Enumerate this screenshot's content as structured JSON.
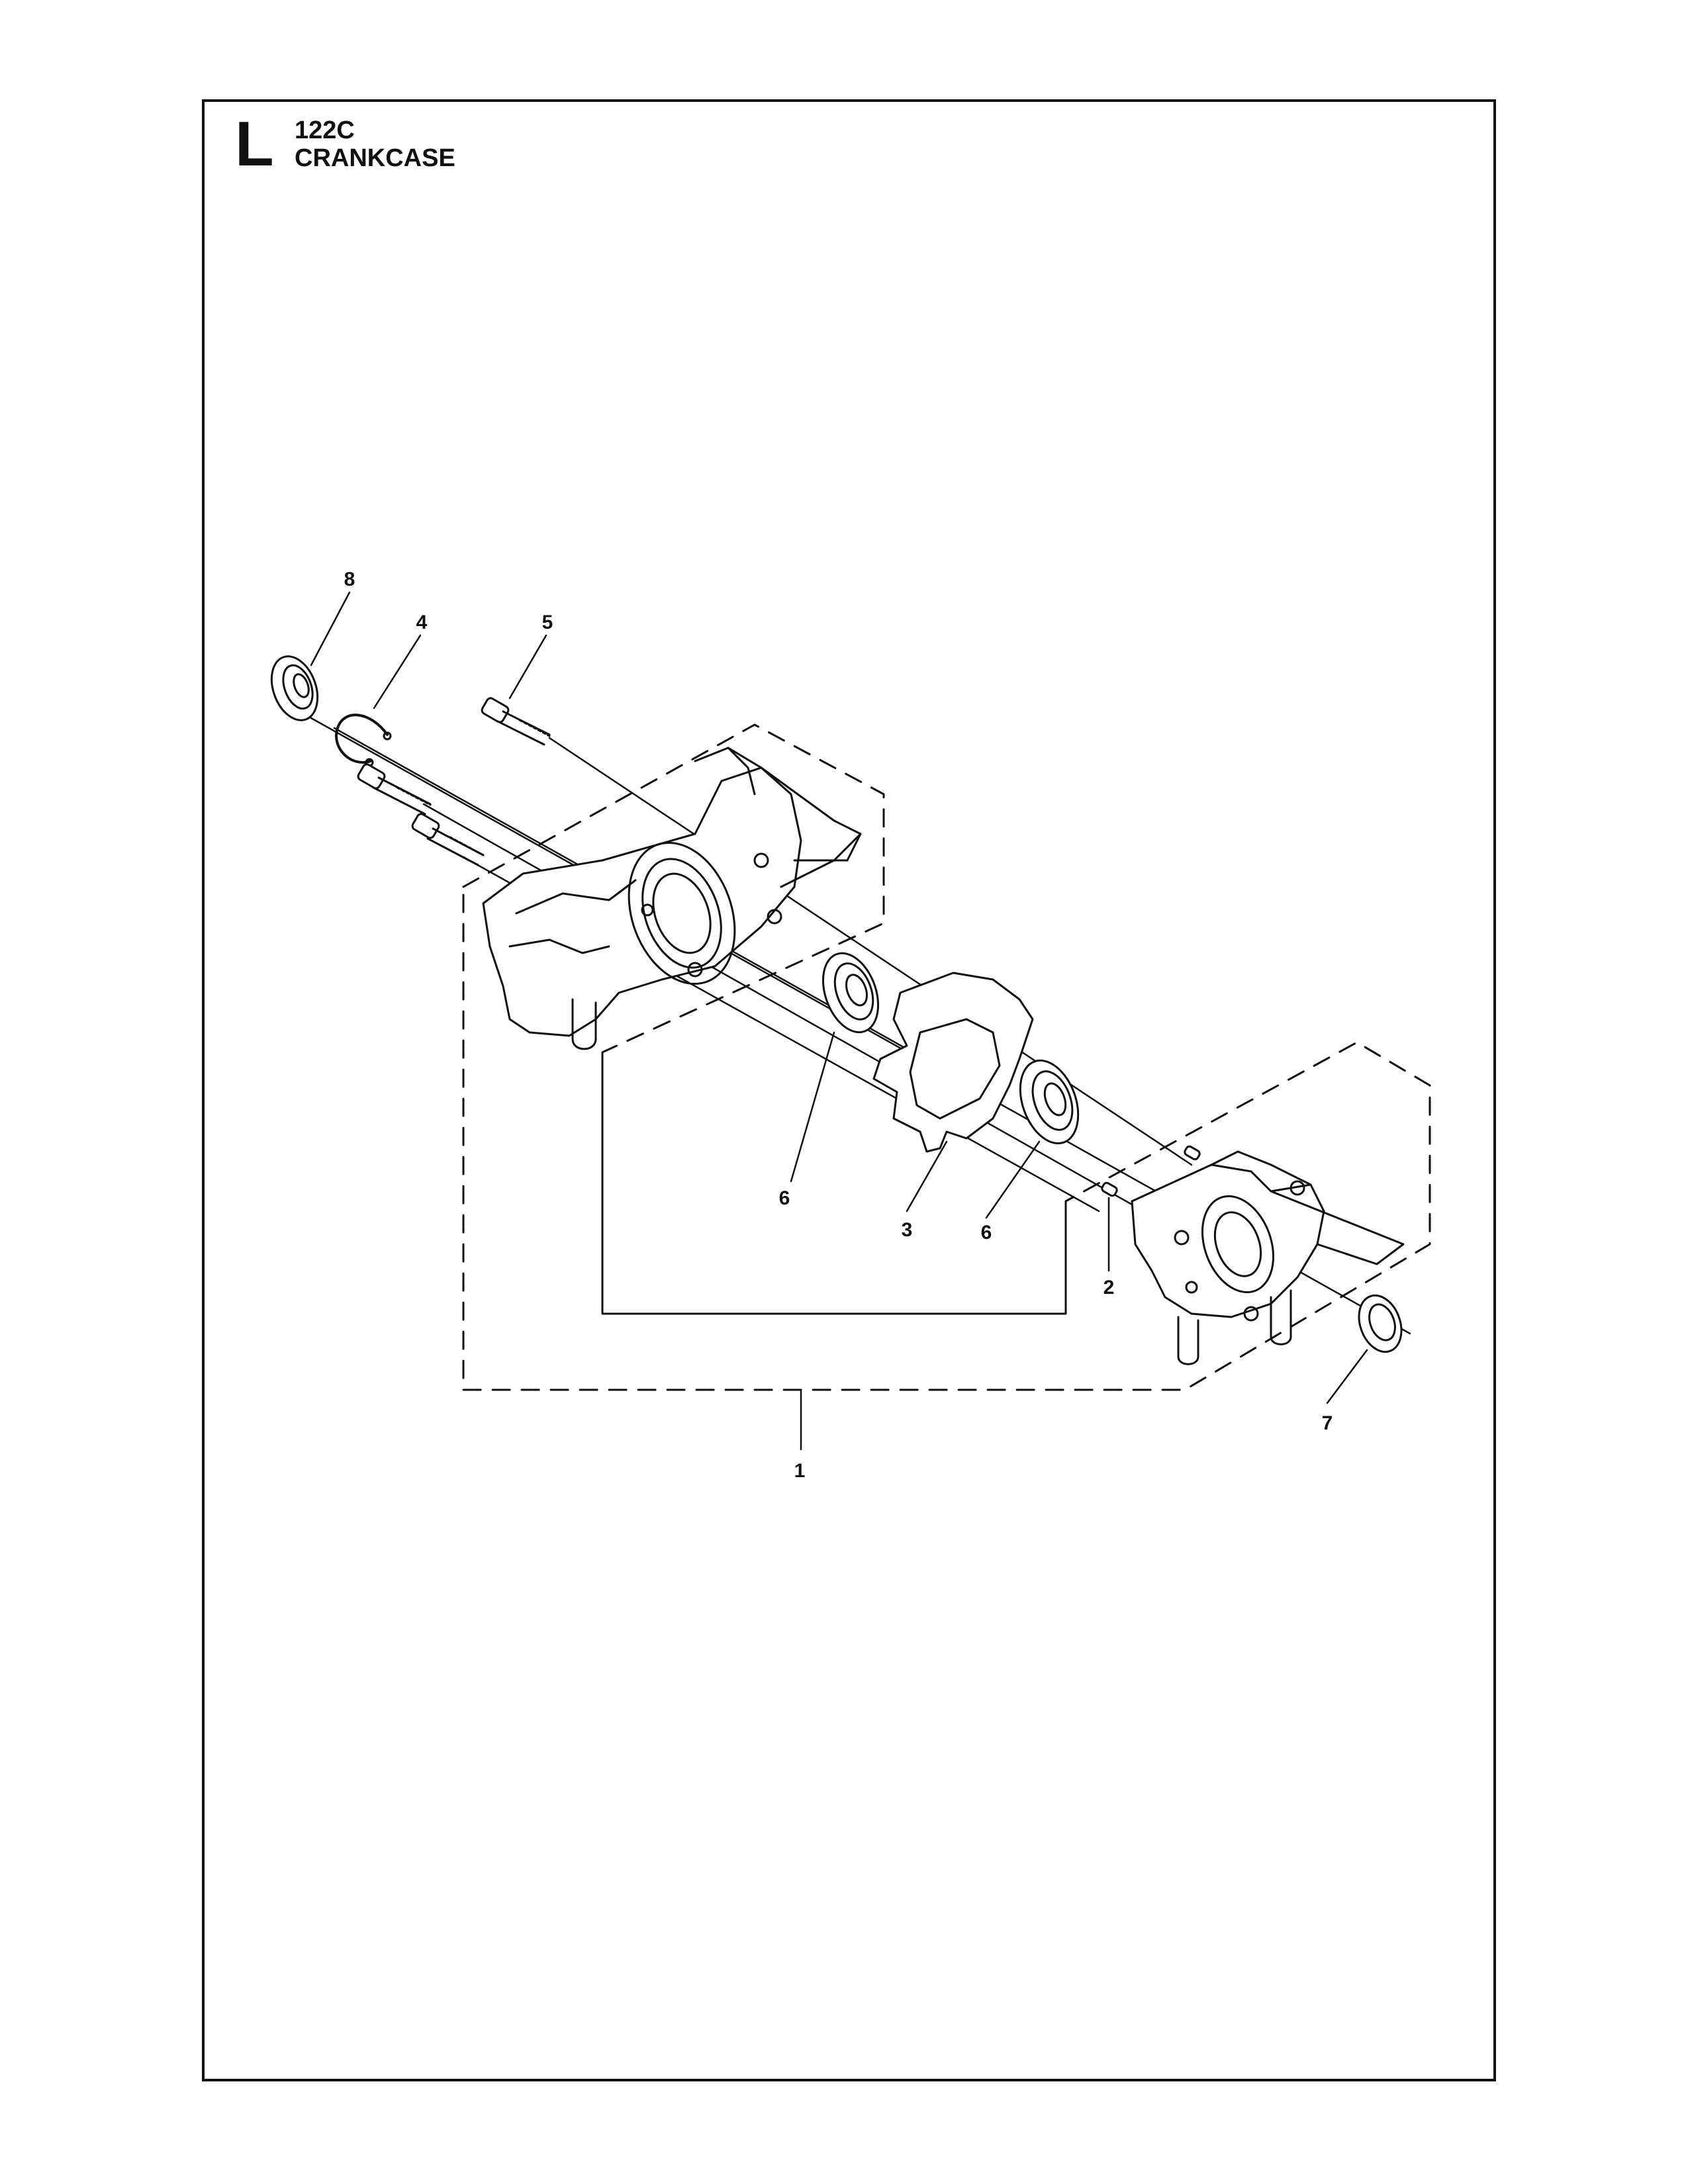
{
  "header": {
    "section_letter": "L",
    "model": "122C",
    "title": "CRANKCASE"
  },
  "callouts": [
    "1",
    "2",
    "3",
    "4",
    "5",
    "6",
    "6",
    "7",
    "8"
  ]
}
